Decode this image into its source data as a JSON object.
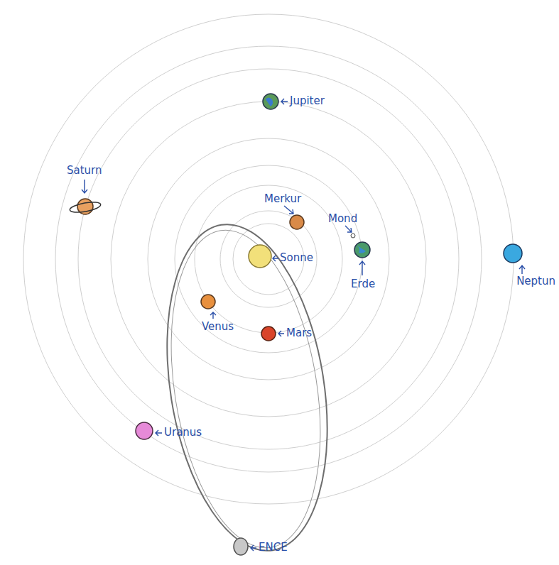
{
  "diagram": {
    "labels": [
      "Jupiter",
      "Saturn",
      "Merkur",
      "Mond",
      "Sonne",
      "Erde",
      "Neptun",
      "Venus",
      "Mars",
      "Uranus",
      "ENCE"
    ]
  }
}
